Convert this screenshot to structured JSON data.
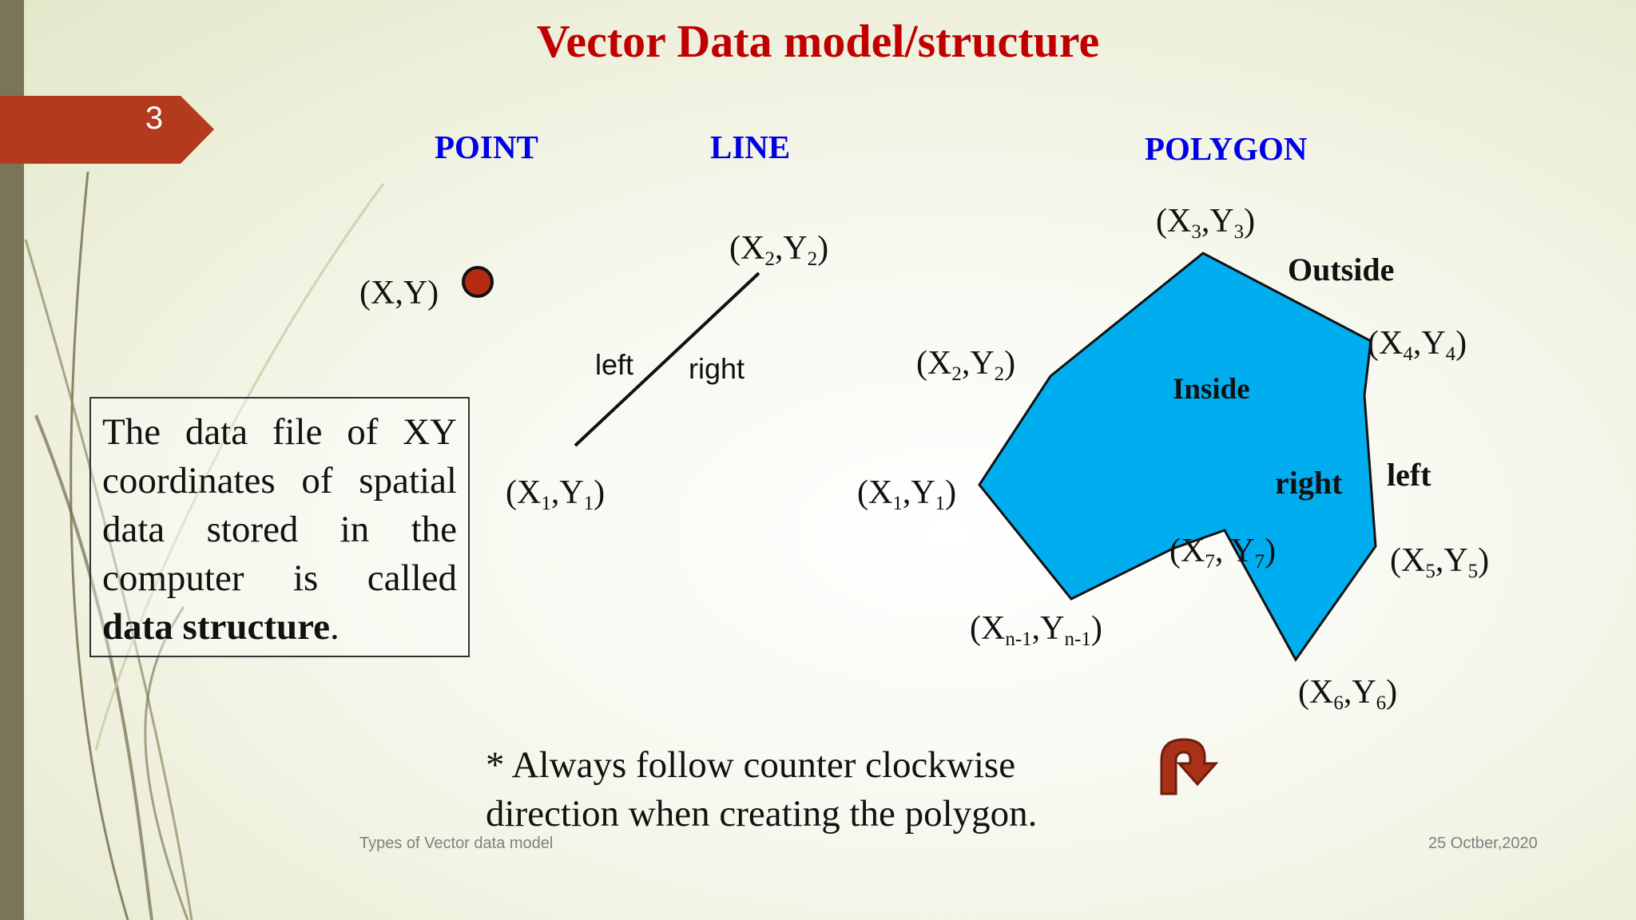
{
  "slide": {
    "title": "Vector Data model/structure",
    "number": "3"
  },
  "headings": {
    "point": "POINT",
    "line": "LINE",
    "polygon": "POLYGON"
  },
  "point": {
    "label": "(X,Y)"
  },
  "line": {
    "start": {
      "base": "(X",
      "s1": "1",
      "mid": ",Y",
      "s2": "1",
      "end": ")"
    },
    "end": {
      "base": "(X",
      "s1": "2",
      "mid": ",Y",
      "s2": "2",
      "end": ")"
    },
    "left_label": "left",
    "right_label": "right"
  },
  "polygon": {
    "vertices": {
      "v1": {
        "base": "(X",
        "s1": "1",
        "mid": ",Y",
        "s2": "1",
        "end": ")"
      },
      "v2": {
        "base": "(X",
        "s1": "2",
        "mid": ",Y",
        "s2": "2",
        "end": ")"
      },
      "v3": {
        "base": "(X",
        "s1": "3",
        "mid": ",Y",
        "s2": "3",
        "end": ")"
      },
      "v4": {
        "base": "(X",
        "s1": "4",
        "mid": ",Y",
        "s2": "4",
        "end": ")"
      },
      "v5": {
        "base": "(X",
        "s1": "5",
        "mid": ",Y",
        "s2": "5",
        "end": ")"
      },
      "v6": {
        "base": "(X",
        "s1": "6",
        "mid": ",Y",
        "s2": "6",
        "end": ")"
      },
      "v7": {
        "base": "(X",
        "s1": "7",
        "mid": ", Y",
        "s2": "7",
        "end": ")"
      },
      "vn1": {
        "base": "(X",
        "s1": "n-1",
        "mid": ",Y",
        "s2": "n-1",
        "end": ")"
      }
    },
    "inside_label": "Inside",
    "outside_label": "Outside",
    "right_label": "right",
    "left_label": "left",
    "fill_color": "#00aeef"
  },
  "definition": {
    "text_before": "The data file of XY coordinates of spatial data stored in the computer is called ",
    "bold_term": "data structure",
    "text_after": "."
  },
  "note": "* Always follow counter clockwise direction when creating the polygon.",
  "footer": {
    "left": "Types of Vector data model",
    "right": "25 Octber,2020"
  },
  "colors": {
    "title": "#c00000",
    "heading": "#0000e6",
    "badge": "#b33a1c",
    "point": "#b52a10",
    "arrow": "#a83218"
  },
  "icons": {
    "direction_arrow": "u-turn-arrow-icon"
  }
}
